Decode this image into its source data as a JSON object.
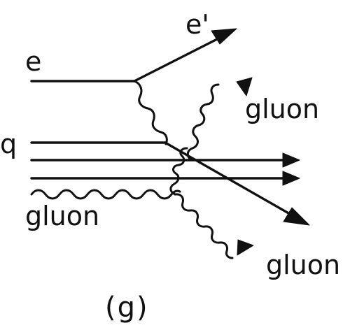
{
  "diagram": {
    "labels": {
      "electron_in": "e",
      "electron_out": "e'",
      "quark": "q",
      "gluon_top": "gluon",
      "gluon_left": "gluon",
      "gluon_bottom": "gluon"
    },
    "caption": "(g)"
  }
}
